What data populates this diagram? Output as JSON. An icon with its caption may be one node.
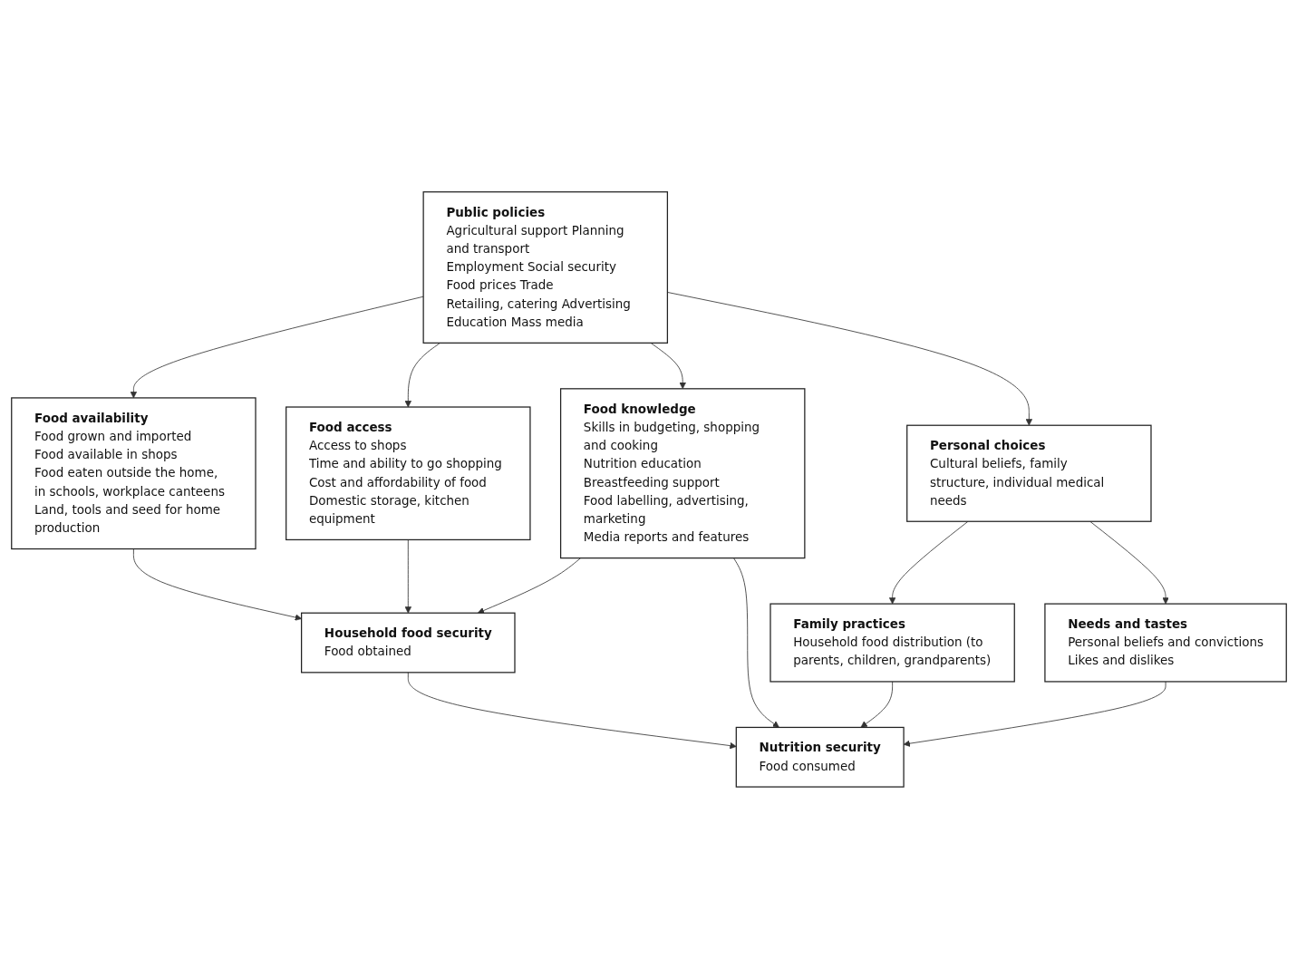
{
  "diagram": {
    "nodes": [
      {
        "text": [
          "Public policies",
          "Agricultural support Planning and transport",
          "Employment Social security",
          "Food prices Trade",
          "Retailing, catering Advertising",
          "Education Mass media"
        ]
      },
      {
        "text": [
          "Food availability",
          "Food grown and imported",
          "Food available in shops",
          "Food eaten outside the home, in schools, workplace canteens",
          "Land, tools and seed for home production"
        ]
      },
      {
        "text": [
          "Food access",
          "Access to shops",
          "Time and ability to go shopping",
          "Cost and affordability of food",
          "Domestic storage, kitchen equipment"
        ]
      },
      {
        "text": [
          "Food knowledge",
          "Skills in budgeting, shopping and cooking",
          "Nutrition education",
          "Breastfeeding support",
          "Food labelling, advertising, marketing",
          "Media reports and features"
        ]
      },
      {
        "text": [
          "Personal choices",
          "Cultural beliefs, family structure, individual medical needs"
        ]
      },
      {
        "text": [
          "Family practices",
          "Household food distribution (to parents, children, grandparents)"
        ]
      },
      {
        "text": [
          "Needs and tastes",
          "Personal beliefs and convictions",
          "Likes and dislikes"
        ]
      },
      {
        "text": [
          "Household food security",
          "Food obtained"
        ]
      },
      {
        "text": [
          "Nutrition security",
          "Food consumed"
        ]
      }
    ],
    "edges": [
      {
        "from": 0,
        "to": 1,
        "arrow": "to"
      },
      {
        "from": 0,
        "to": 2,
        "arrow": "to"
      },
      {
        "from": 0,
        "to": 3,
        "arrow": "to"
      },
      {
        "from": 0,
        "to": 4,
        "arrow": "to"
      },
      {
        "from": 4,
        "to": 5,
        "arrow": "to"
      },
      {
        "from": 4,
        "to": 6,
        "arrow": "to"
      },
      {
        "from": 1,
        "to": 7,
        "arrow": "to"
      },
      {
        "from": 2,
        "to": 7,
        "arrow": "to"
      },
      {
        "from": 3,
        "to": 7,
        "arrow": "to"
      },
      {
        "from": 7,
        "to": 8,
        "arrow": "to"
      },
      {
        "from": 3,
        "to": 8,
        "arrow": "to"
      },
      {
        "from": 5,
        "to": 8,
        "arrow": "to"
      },
      {
        "from": 6,
        "to": 8,
        "arrow": "to"
      }
    ]
  }
}
